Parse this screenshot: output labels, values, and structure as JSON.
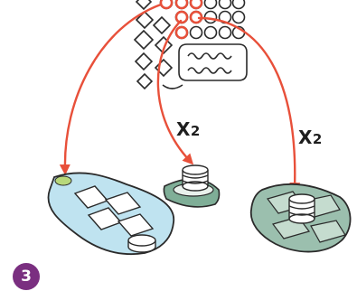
{
  "step": {
    "number": "3"
  },
  "multipliers": {
    "center": {
      "prefix": "X",
      "count": "2"
    },
    "right": {
      "prefix": "X",
      "count": "2"
    }
  },
  "colors": {
    "arrow": "#e8503a",
    "badge": "#7a2f80",
    "outline": "#2a2a2a",
    "blue_board": "#bfe3f0",
    "green_board": "#9bbfae",
    "token": "#e9f1ec"
  }
}
